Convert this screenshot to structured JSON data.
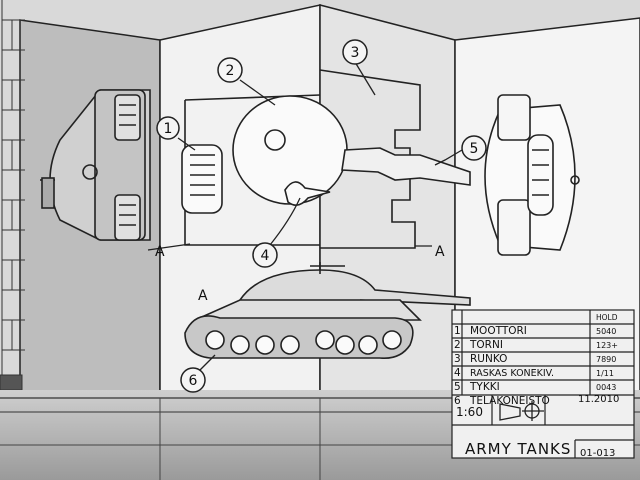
{
  "drawing": {
    "callouts": [
      "1",
      "2",
      "3",
      "4",
      "5",
      "6"
    ],
    "section_marks": [
      "A",
      "A",
      "A"
    ],
    "parts": [
      {
        "num": "1",
        "name": "MOOTTORI",
        "code": "5040"
      },
      {
        "num": "2",
        "name": "TORNI",
        "code": "123+"
      },
      {
        "num": "3",
        "name": "RUNKO",
        "code": "7890"
      },
      {
        "num": "4",
        "name": "RASKAS KONEKIV.",
        "code": "1/11"
      },
      {
        "num": "5",
        "name": "TYKKI",
        "code": "0043"
      },
      {
        "num": "6",
        "name": "TELAKONEISTO",
        "code": ""
      }
    ],
    "code_header": "HOLD",
    "scale": "1:60",
    "date": "11.2010",
    "title": "ARMY TANKS",
    "sheet": "01-013"
  }
}
